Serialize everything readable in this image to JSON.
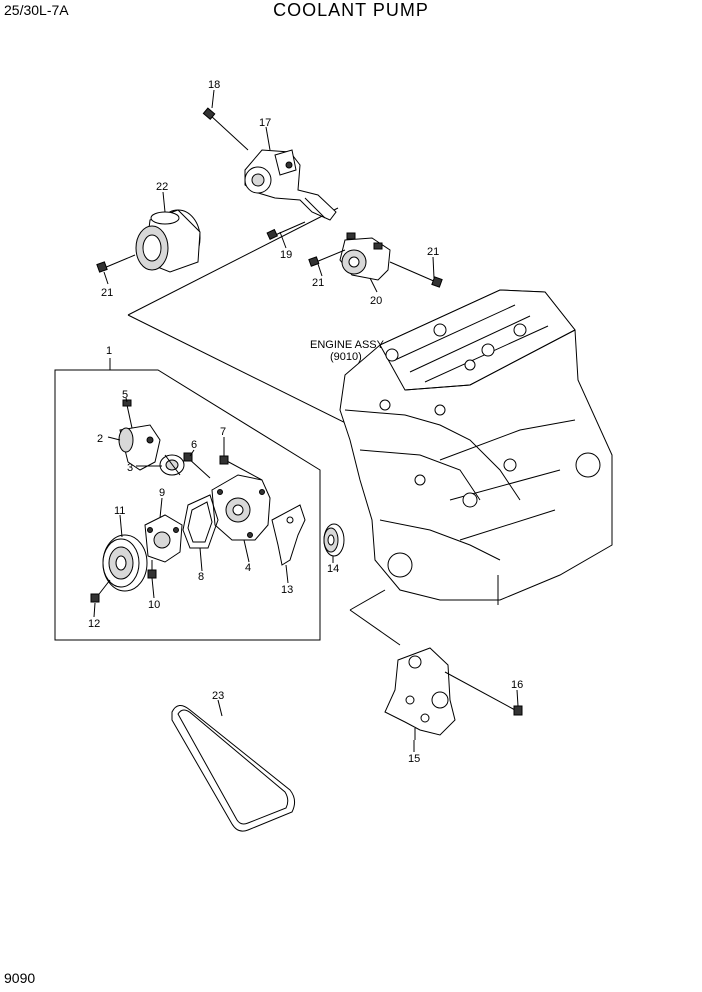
{
  "header": {
    "model": "25/30L-7A",
    "title": "COOLANT PUMP"
  },
  "footer": {
    "page_number": "9090"
  },
  "engine": {
    "label": "ENGINE ASSY",
    "ref": "(9010)"
  },
  "callouts": [
    "1",
    "2",
    "3",
    "4",
    "5",
    "6",
    "7",
    "8",
    "9",
    "10",
    "11",
    "12",
    "13",
    "14",
    "15",
    "16",
    "17",
    "18",
    "19",
    "20",
    "21",
    "21",
    "21",
    "22",
    "23"
  ]
}
